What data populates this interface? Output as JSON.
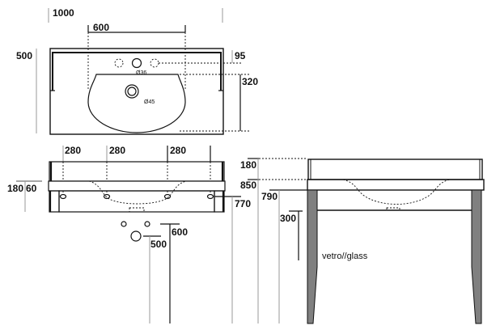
{
  "top_view": {
    "width_total": "1000",
    "tap_spacing": "600",
    "depth": "500",
    "tap_offset": "95",
    "basin_depth": "320",
    "tap_hole_diameter": "Ø36",
    "drain_diameter": "Ø45"
  },
  "front_view": {
    "bracket_spacing": [
      "280",
      "280",
      "280"
    ],
    "height_total": "180",
    "slab_height": "60",
    "bracket_height": "770",
    "tap_height": "600",
    "drain_height": "500"
  },
  "side_view": {
    "upstand": "180",
    "top_height": "850",
    "under_height": "790",
    "shelf_gap": "300",
    "material_note": "vetro//glass"
  }
}
